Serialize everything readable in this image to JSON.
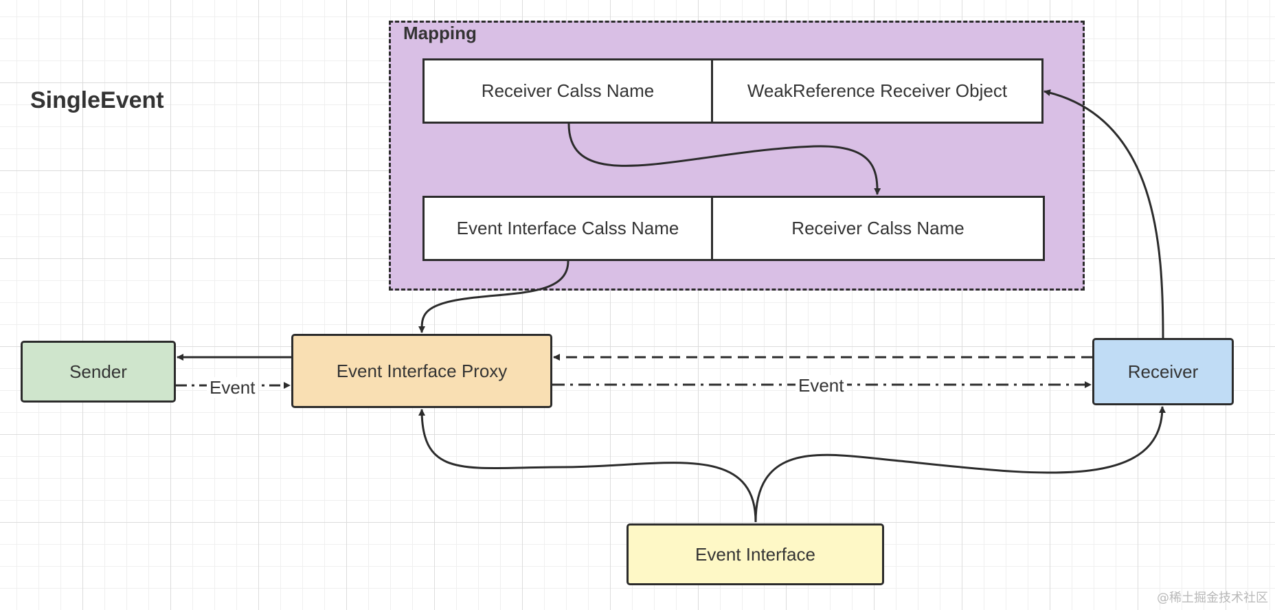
{
  "title": "SingleEvent",
  "mapping": {
    "title": "Mapping",
    "row1": {
      "left": "Receiver Calss Name",
      "right": "WeakReference  Receiver Object"
    },
    "row2": {
      "left": "Event Interface Calss Name",
      "right": "Receiver Calss Name"
    }
  },
  "nodes": {
    "sender": "Sender",
    "proxy": "Event Interface Proxy",
    "receiver": "Receiver",
    "event_interface": "Event Interface"
  },
  "edge_labels": {
    "sender_to_proxy": "Event",
    "proxy_to_receiver": "Event"
  },
  "colors": {
    "mapping_fill": "#d9bfe5",
    "sender_fill": "#cfe5cc",
    "proxy_fill": "#f9dfb3",
    "receiver_fill": "#c0dcf5",
    "event_interface_fill": "#fef8c6",
    "stroke": "#2b2b2b"
  },
  "watermark": "@稀土掘金技术社区"
}
